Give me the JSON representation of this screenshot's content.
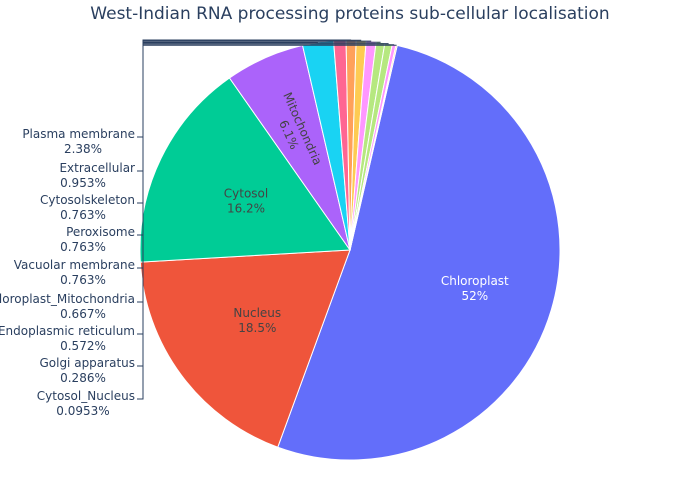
{
  "chart_data": {
    "type": "pie",
    "title": "West-Indian RNA processing proteins sub-cellular localisation",
    "slices": [
      {
        "label": "Chloroplast",
        "value": 52,
        "text": "52%",
        "color": "#636efa"
      },
      {
        "label": "Nucleus",
        "value": 18.5,
        "text": "18.5%",
        "color": "#ef553b"
      },
      {
        "label": "Cytosol",
        "value": 16.2,
        "text": "16.2%",
        "color": "#00cc96"
      },
      {
        "label": "Mitochondria",
        "value": 6.1,
        "text": "6.1%",
        "color": "#ab63fa"
      },
      {
        "label": "Plasma membrane",
        "value": 2.38,
        "text": "2.38%",
        "color": "#19d3f3"
      },
      {
        "label": "Extracellular",
        "value": 0.953,
        "text": "0.953%",
        "color": "#ff6692"
      },
      {
        "label": "Cytosolskeleton",
        "value": 0.763,
        "text": "0.763%",
        "color": "#ffa15a"
      },
      {
        "label": "Peroxisome",
        "value": 0.763,
        "text": "0.763%",
        "color": "#fecb52"
      },
      {
        "label": "Vacuolar membrane",
        "value": 0.763,
        "text": "0.763%",
        "color": "#ff97ff"
      },
      {
        "label": "Chloroplast_Mitochondria",
        "value": 0.667,
        "text": "0.667%",
        "color": "#b6e880"
      },
      {
        "label": "Endoplasmic reticulum",
        "value": 0.572,
        "text": "0.572%",
        "color": "#b6e880"
      },
      {
        "label": "Golgi apparatus",
        "value": 0.286,
        "text": "0.286%",
        "color": "#ff97ff"
      },
      {
        "label": "Cytosol_Nucleus",
        "value": 0.0953,
        "text": "0.0953%",
        "color": "#fecb52"
      }
    ]
  }
}
